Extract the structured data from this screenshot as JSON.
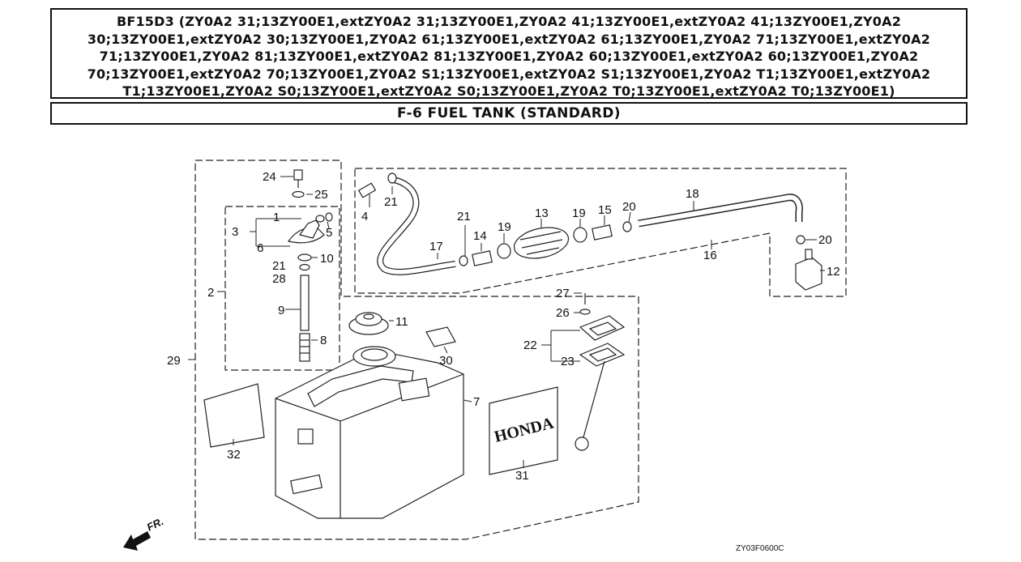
{
  "header": {
    "models": "BF15D3 (ZY0A2 31;13ZY00E1,extZY0A2 31;13ZY00E1,ZY0A2 41;13ZY00E1,extZY0A2 41;13ZY00E1,ZY0A2 30;13ZY00E1,extZY0A2 30;13ZY00E1,ZY0A2 61;13ZY00E1,extZY0A2 61;13ZY00E1,ZY0A2 71;13ZY00E1,extZY0A2 71;13ZY00E1,ZY0A2 81;13ZY00E1,extZY0A2 81;13ZY00E1,ZY0A2 60;13ZY00E1,extZY0A2 60;13ZY00E1,ZY0A2 70;13ZY00E1,extZY0A2 70;13ZY00E1,ZY0A2 S1;13ZY00E1,extZY0A2 S1;13ZY00E1,ZY0A2 T1;13ZY00E1,extZY0A2 T1;13ZY00E1,ZY0A2 S0;13ZY00E1,extZY0A2 S0;13ZY00E1,ZY0A2 T0;13ZY00E1,extZY0A2 T0;13ZY00E1)",
    "section_title": "F-6 FUEL TANK (STANDARD)"
  },
  "diagram": {
    "callouts": {
      "c1": "1",
      "c2": "2",
      "c3": "3",
      "c4": "4",
      "c5": "5",
      "c6": "6",
      "c7": "7",
      "c8": "8",
      "c9": "9",
      "c10": "10",
      "c11": "11",
      "c12": "12",
      "c13": "13",
      "c14": "14",
      "c15": "15",
      "c16": "16",
      "c17": "17",
      "c18": "18",
      "c19a": "19",
      "c19b": "19",
      "c20a": "20",
      "c20b": "20",
      "c21a": "21",
      "c21b": "21",
      "c21c": "21",
      "c22": "22",
      "c23": "23",
      "c24": "24",
      "c25": "25",
      "c26": "26",
      "c27": "27",
      "c28": "28",
      "c29": "29",
      "c30": "30",
      "c31": "31",
      "c32": "32"
    },
    "front_marker": "FR.",
    "drawing_code": "ZY03F0600C",
    "decal_brand": "HONDA"
  }
}
